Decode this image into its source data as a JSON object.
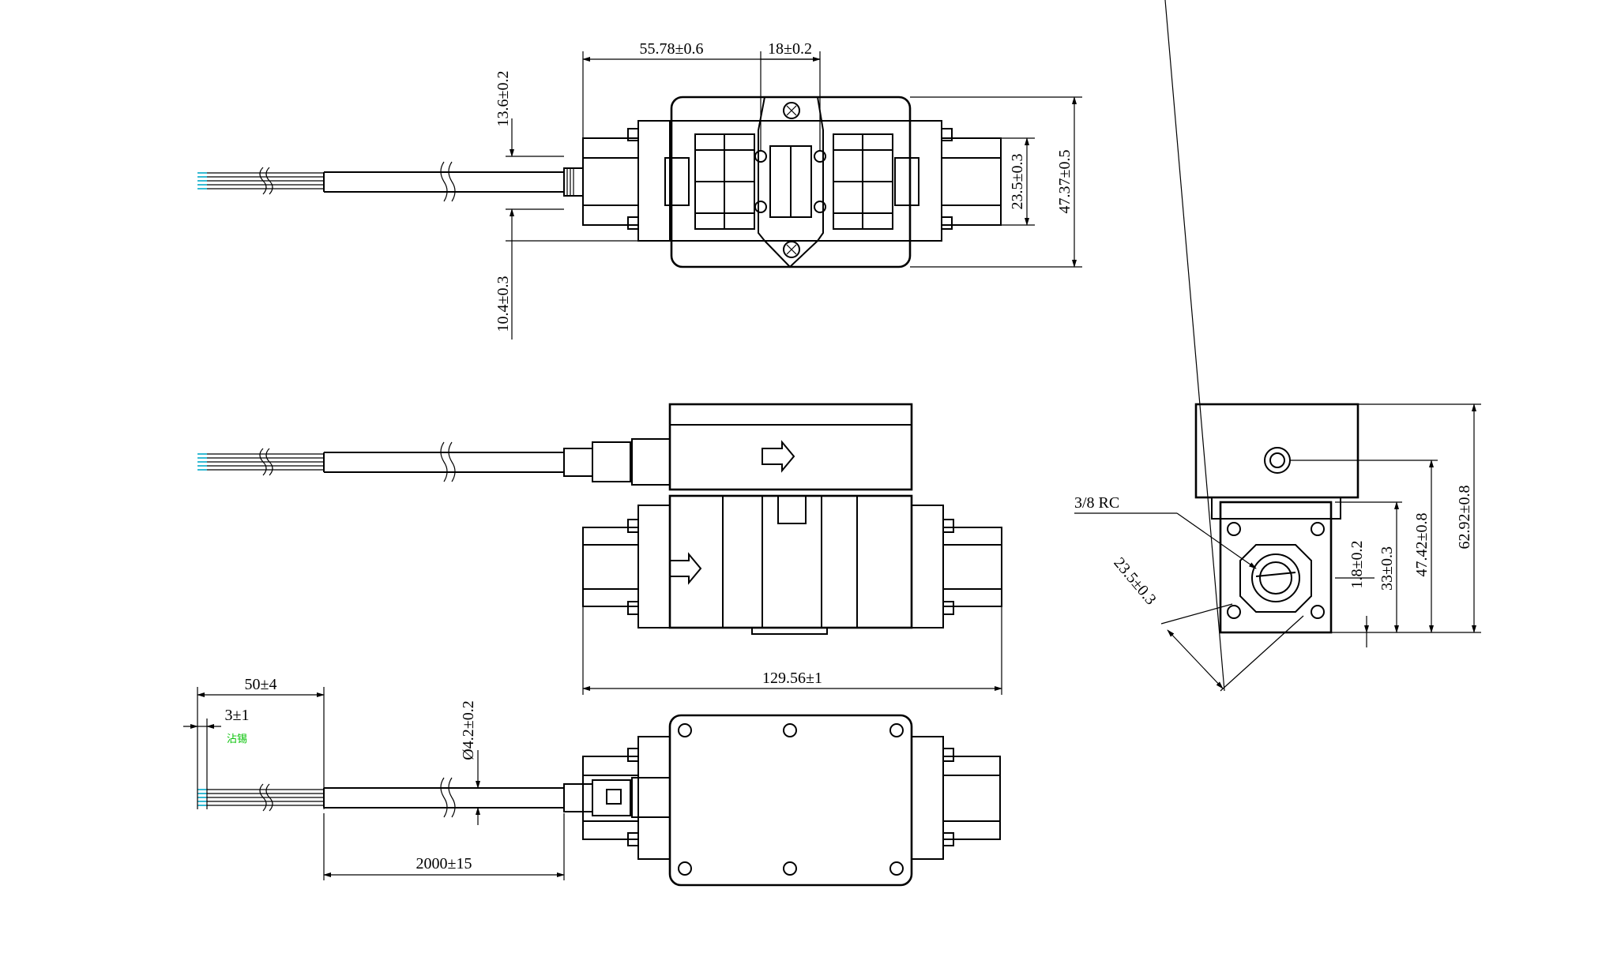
{
  "colors": {
    "line": "#000000",
    "wire": "#00a8c8",
    "note": "#00c000"
  },
  "top_view": {
    "dims": {
      "length_to_center": "55.78±0.6",
      "mount_hole_pitch": "18±0.2",
      "cable_offset_top": "13.6±0.2",
      "cable_offset_bottom": "10.4±0.3",
      "port_height": "23.5±0.3",
      "body_height": "47.37±0.5"
    }
  },
  "side_view": {
    "dims": {
      "overall_length": "129.56±1"
    }
  },
  "end_view": {
    "thread_label": "3/8 RC",
    "dims": {
      "port_diameter": "23.5±0.3",
      "offset": "1.8±0.2",
      "port_center": "33±0.3",
      "electronics_center": "47.42±0.8",
      "overall_height": "62.92±0.8"
    }
  },
  "bottom_view": {
    "dims": {
      "strip_length": "50±4",
      "tin_length": "3±1",
      "cable_diameter": "Ø4.2±0.2",
      "cable_length": "2000±15"
    },
    "tin_note": "沾锡"
  }
}
